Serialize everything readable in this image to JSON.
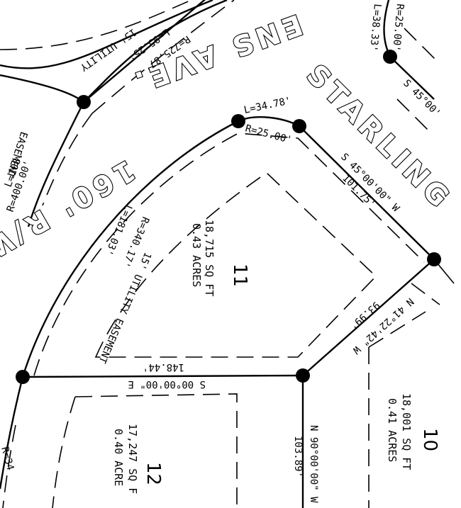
{
  "streets": {
    "name_fragment": "ENS AVE.",
    "starling": "STARLING",
    "row": "160' R/W"
  },
  "easements": {
    "top": "15' UTILITY",
    "top_left": "EASEMENT",
    "side": "15' UTILITY EASEMENT"
  },
  "curves": {
    "top_left_L": "L=108.",
    "top_left_R": "R=400.00'",
    "top_L": "L=95.25'",
    "top_R": "R=725.87'",
    "corner_L": "L=34.78'",
    "corner_R": "R=25.00'",
    "west_L": "L=181.03'",
    "west_R": "R=340.17'",
    "tr_L": "L=38.33'",
    "tr_R": "R=25.00'"
  },
  "bearings": {
    "starling_brg": "S 45°00'00\" W",
    "starling_dist": "101.75'",
    "tr_brg": "S 45°00'",
    "ne_dist": "93.99'",
    "ne_brg": "N 41°22'42\" W",
    "south_brg": "S 00°00'00\" E",
    "south_dist": "148.44'",
    "east_brg": "N 90°00'00\" W",
    "east_dist": "103.89'",
    "bl_R": "R=34"
  },
  "lots": {
    "lot11": {
      "number": "11",
      "area_sqft": "18,715 SQ FT",
      "area_acres": "0.43 ACRES"
    },
    "lot10": {
      "number": "10",
      "area_sqft": "18,001 SQ FT",
      "area_acres": "0.41 ACRES"
    },
    "lot12": {
      "number": "12",
      "area_sqft": "17,247 SQ F",
      "area_acres": "0.40 ACRE"
    }
  }
}
